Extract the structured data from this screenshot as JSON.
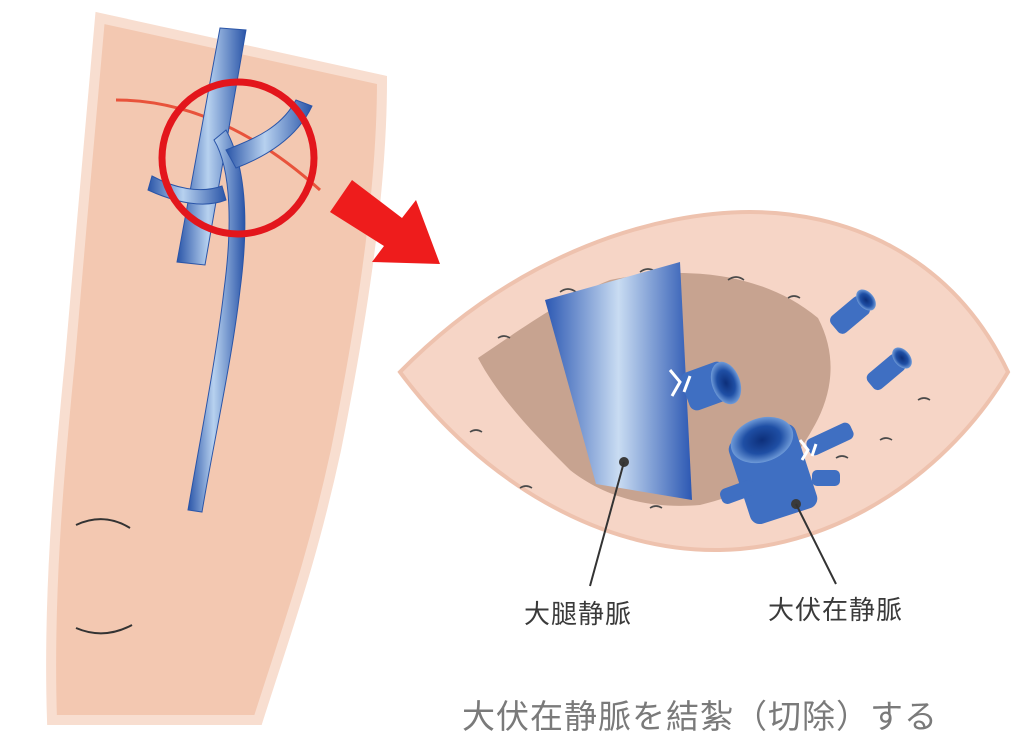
{
  "labels": {
    "femoral_vein": "大腿静脈",
    "great_saphenous_vein": "大伏在静脈"
  },
  "caption": "大伏在静脈を結紮（切除）する",
  "colors": {
    "skin": "#f2c9b2",
    "skin_edge": "#fbe6db",
    "vein_blue": "#3f6fc2",
    "vein_highlight": "#a9c6ea",
    "highlight_circle": "#e3161c",
    "arrow": "#ee1c1c",
    "tissue": "#c7a390",
    "wound_surround": "#f6d5c6"
  },
  "icons": {
    "leg": "leg-illustration",
    "zoom_circle": "highlight-circle",
    "arrow": "arrow-right-icon",
    "incision": "surgical-incision-view"
  }
}
